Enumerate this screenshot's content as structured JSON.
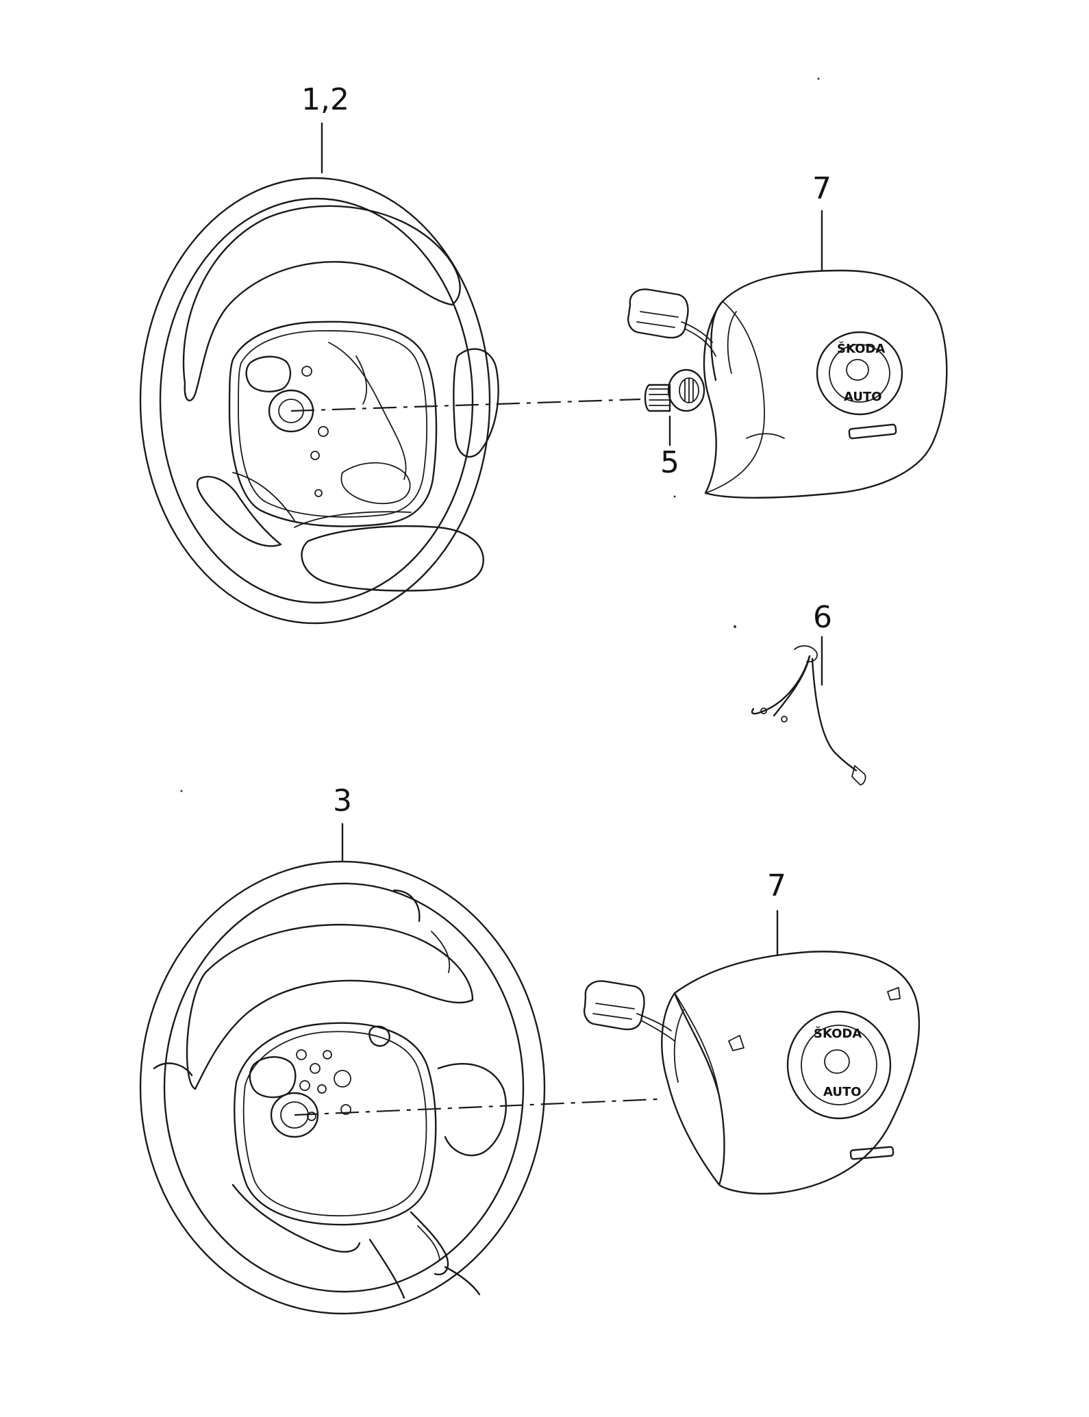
{
  "callouts": {
    "wheel_top": "1,2",
    "airbag_top": "7",
    "bolt": "5",
    "harness": "6",
    "wheel_bottom": "3",
    "airbag_bottom": "7"
  },
  "logo": {
    "brand_letters": "ŠKODA",
    "sub_letters": "AUTO"
  }
}
